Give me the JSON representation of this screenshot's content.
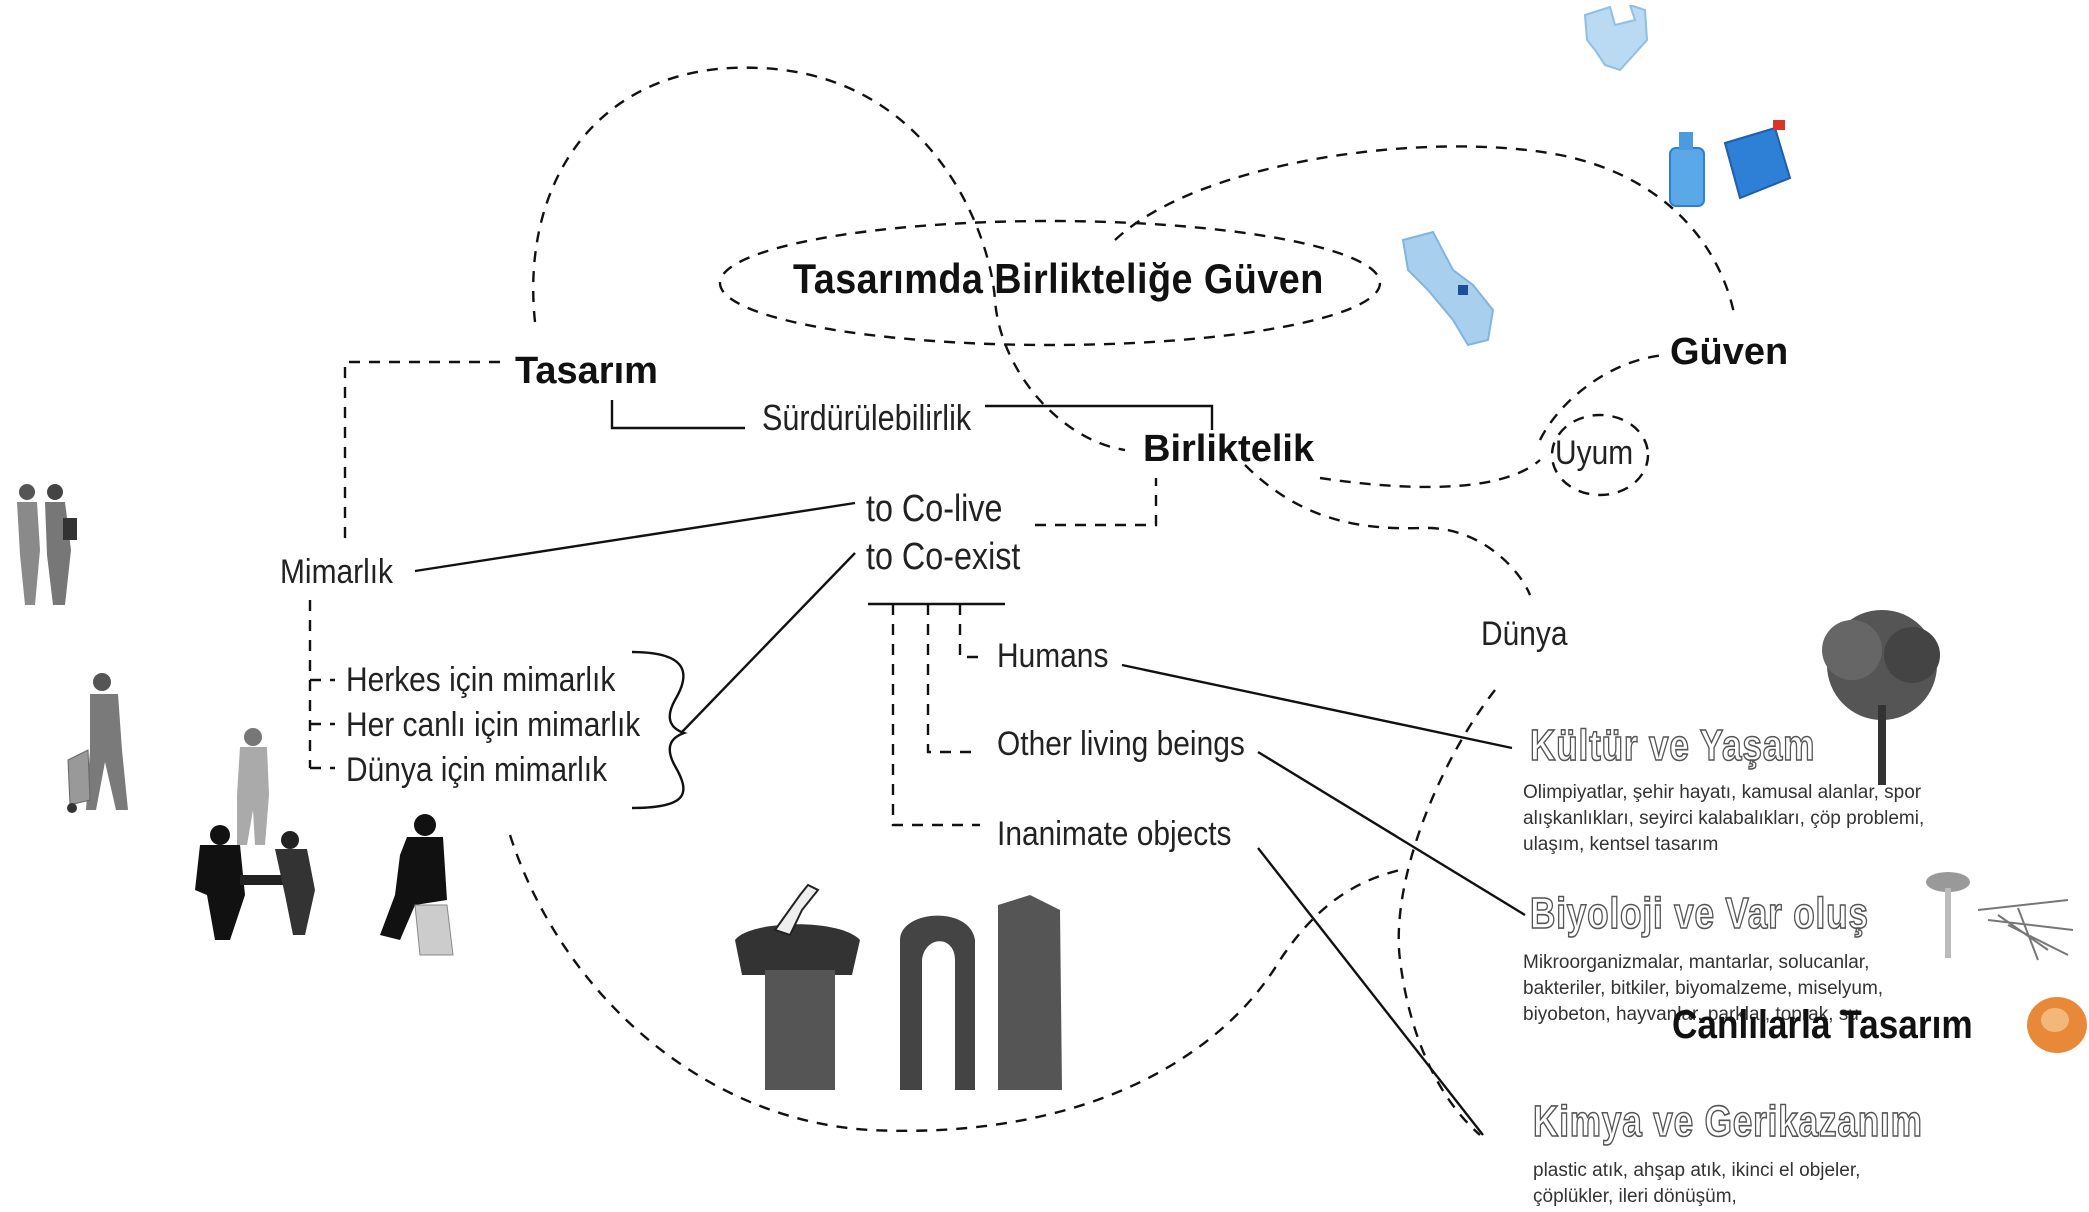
{
  "diagram": {
    "title": "Tasarımda Birlikteliğe Güven",
    "nodes": {
      "tasarim": "Tasarım",
      "surdurulebilirlik": "Sürdürülebilirlik",
      "birliktelik": "Birliktelik",
      "guven": "Güven",
      "uyum": "Uyum",
      "mimarlik": "Mimarlık",
      "co_live": "to Co-live",
      "co_exist": "to Co-exist",
      "dunya": "Dünya",
      "humans": "Humans",
      "other_living": "Other living beings",
      "inanimate": "Inanimate objects",
      "herkes": "Herkes için mimarlık",
      "her_canli": "Her canlı için mimarlık",
      "dunya_icin": "Dünya için mimarlık",
      "canlilarla": "Canlılarla Tasarım"
    },
    "sections": {
      "kultur": {
        "title": "Kültür ve Yaşam",
        "text": "Olimpiyatlar, şehir hayatı, kamusal alanlar, spor alışkanlıkları, seyirci kalabalıkları, çöp problemi, ulaşım, kentsel tasarım"
      },
      "biyoloji": {
        "title": "Biyoloji ve Var oluş",
        "text": "Mikroorganizmalar, mantarlar, solucanlar, bakteriler, bitkiler, biyomalzeme, miselyum, biyobeton, hayvanlar, parklar, toprak, su"
      },
      "kimya": {
        "title": "Kimya ve Gerikazanım",
        "text": "plastic atık, ahşap atık, ikinci el objeler, çöplükler, ileri dönüşüm,"
      }
    },
    "colors": {
      "line": "#111111",
      "plastic_blue": "#2e7fd6",
      "plastic_light": "#a8d0ee",
      "orange": "#e8893a"
    }
  }
}
